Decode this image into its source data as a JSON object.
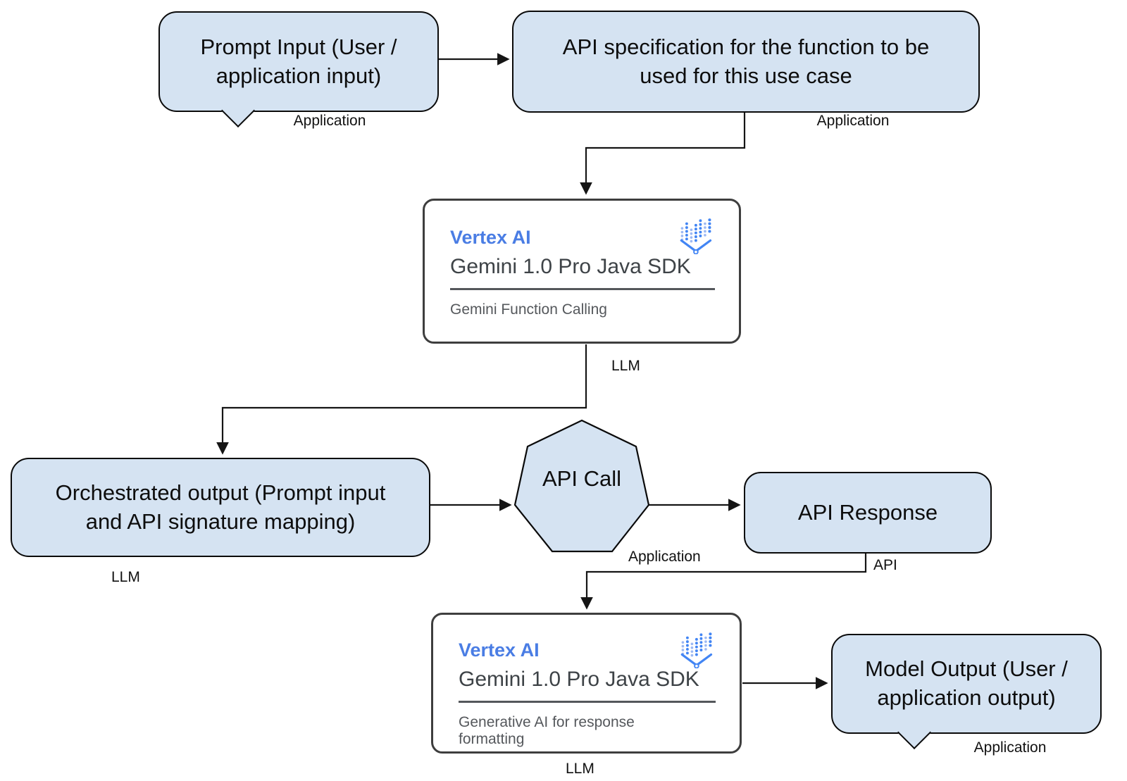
{
  "nodes": {
    "prompt_input": {
      "label": "Prompt Input (User / application input)",
      "tag": "Application"
    },
    "api_spec": {
      "label": "API specification for the function to be used for this use case",
      "tag": "Application"
    },
    "gemini_function_calling": {
      "product": "Vertex AI",
      "title": "Gemini 1.0 Pro Java SDK",
      "subtitle": "Gemini Function Calling",
      "tag": "LLM"
    },
    "orchestrated_output": {
      "label": "Orchestrated output (Prompt input and API signature mapping)",
      "tag": "LLM"
    },
    "api_call": {
      "label": "API Call",
      "tag": "Application"
    },
    "api_response": {
      "label": "API Response",
      "tag": "API"
    },
    "gemini_formatting": {
      "product": "Vertex AI",
      "title": "Gemini 1.0 Pro Java SDK",
      "subtitle": "Generative AI for response formatting",
      "tag": "LLM"
    },
    "model_output": {
      "label": "Model Output (User / application output)",
      "tag": "Application"
    }
  },
  "colors": {
    "node_fill": "#d5e3f2",
    "node_stroke": "#0a0a0a",
    "card_stroke": "#3e3e3e",
    "card_fill": "#ffffff",
    "vertex_blue": "#4a7de4",
    "card_title_text": "#3e4347",
    "card_subtitle_text": "#55585c",
    "icon_blue": "#4285f4",
    "icon_blue_light": "#9db9f3",
    "connector": "#151515",
    "background": "#ffffff"
  }
}
